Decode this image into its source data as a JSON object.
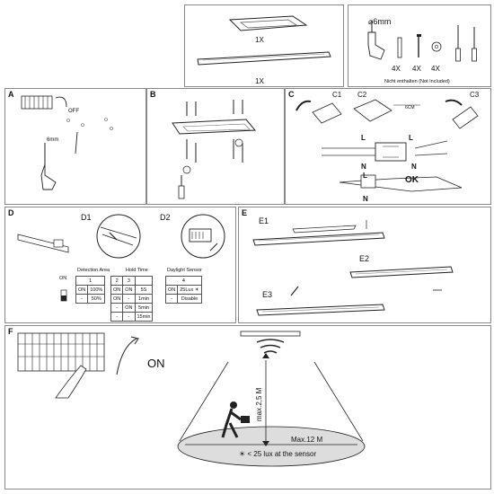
{
  "pkg": {
    "frame_qty": "1X",
    "bar_qty": "1X",
    "drill_size": "⌀6mm",
    "qty_plug": "4X",
    "qty_screw": "4X",
    "qty_washer": "4X",
    "tools_note": "Nicht enthalten  (Not Included)"
  },
  "steps": {
    "a": "A",
    "b": "B",
    "c": "C",
    "d": "D",
    "e": "E",
    "f": "F",
    "a_off": "OFF",
    "a_drill": "6mm",
    "c1": "C1",
    "c2": "C2",
    "c3": "C3",
    "c_measure": "6CM",
    "l": "L",
    "n": "N",
    "ok": "OK",
    "d1": "D1",
    "d2": "D2",
    "e1": "E1",
    "e2": "E2",
    "e3": "E3"
  },
  "sensor": {
    "detection_title": "Detection Area",
    "hold_title": "Hold Time",
    "daylight_title": "Daylight Sensor",
    "switch_on": "ON",
    "detection": {
      "header": "1",
      "rows": [
        [
          "ON",
          "100%"
        ],
        [
          "-",
          "50%"
        ]
      ]
    },
    "hold": {
      "headers": [
        "2",
        "3"
      ],
      "rows": [
        [
          "ON",
          "ON",
          "5S"
        ],
        [
          "ON",
          "-",
          "1min"
        ],
        [
          "-",
          "ON",
          "5min"
        ],
        [
          "-",
          "-",
          "15min"
        ]
      ]
    },
    "daylight": {
      "header": "4",
      "rows": [
        [
          "ON",
          "25Lux ☀"
        ],
        [
          "-",
          "Disable"
        ]
      ]
    }
  },
  "install": {
    "on_label": "ON",
    "height": "max.2,5 M",
    "width": "Max.12 M",
    "lux_note": "☀ < 25 lux at the sensor"
  },
  "colors": {
    "line": "#222222",
    "panel_border": "#888888",
    "cone": "#dddddd"
  }
}
